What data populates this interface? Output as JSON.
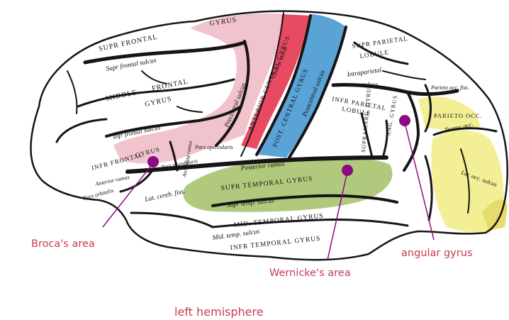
{
  "colors": {
    "frontal_pink": "#f1c3cc",
    "frontal_pink_dark": "#e89aa8",
    "precentral_red": "#e84a62",
    "postcentral_blue": "#5aa3d6",
    "temporal_green": "#a8c36e",
    "occipital_yellow": "#f2ef94",
    "marker_purple": "#8c0a82",
    "callout_text": "#c83a53",
    "sulcus_black": "#151515"
  },
  "anatomy_labels": {
    "supf_frontal": "SUPR FRONTAL",
    "gyrus_top": "GYRUS",
    "supr_frontal_sulcus": "Supr frontal sulcus",
    "middle": "MIDDLE",
    "frontal": "FRONTAL",
    "gyrus_mid": "GYRUS",
    "infr_frontal_sulcus": "Infr frontal sulcus",
    "precentral_sulcus": "Precentral sulcus",
    "anterior_central_gyrus": "ANTERIOR CENTRAL GYRUS",
    "central_sulcus": "Central sulcus",
    "posterior_central_gyrus": "POST. CENTRAL GYRUS",
    "postcentral_sulcus": "Postcentral sulcus",
    "supr_parietal": "SUPR PARIETAL",
    "lobule": "LOBULE",
    "intraparietal": "Intraparietal",
    "sulcus_ip": "sulcus",
    "infr_parietal": "INFR PARIETAL",
    "lobule2": "LOBULE",
    "parieto_occ_fiss": "Parieto occ. fiss.",
    "parieto_occ": "PARIETO OCC.",
    "transv_occ": "Transv. occ.",
    "lat_occ_sulcus": "Lat. occ. sulcus",
    "supramarg_gyrus": "SUPRAMARG. GYRUS",
    "ang_gyrus": "ANG. GYRUS",
    "infr_frontal": "INFR FRONTAL",
    "gyrus_if": "GYRUS",
    "pars_triangularis": "Pars triangularis",
    "anterior_ramus": "Anterior ramus",
    "pars_orbitalis": "Pars orbitalis",
    "pars_opercularis": "Pars opercularis",
    "ascending_ramus": "Ascending ramus",
    "lat_cereb_fiss": "Lat. cereb. fiss.",
    "posterior_ramus": "Posterior ramus",
    "supr_temporal_gyrus": "SUPR TEMPORAL GYRUS",
    "supr_temp_sulcus": "Supr temp. sulcus",
    "mid_temporal_gyrus": "MID. TEMPORAL GYRUS",
    "mid_temp_sulcus": "Mid. temp. sulcus",
    "infr_temporal_gyrus": "INFR TEMPORAL GYRUS"
  },
  "callouts": {
    "broca": "Broca's area",
    "wernicke": "Wernicke's area",
    "angular": "angular gyrus"
  },
  "caption": "left hemisphere"
}
